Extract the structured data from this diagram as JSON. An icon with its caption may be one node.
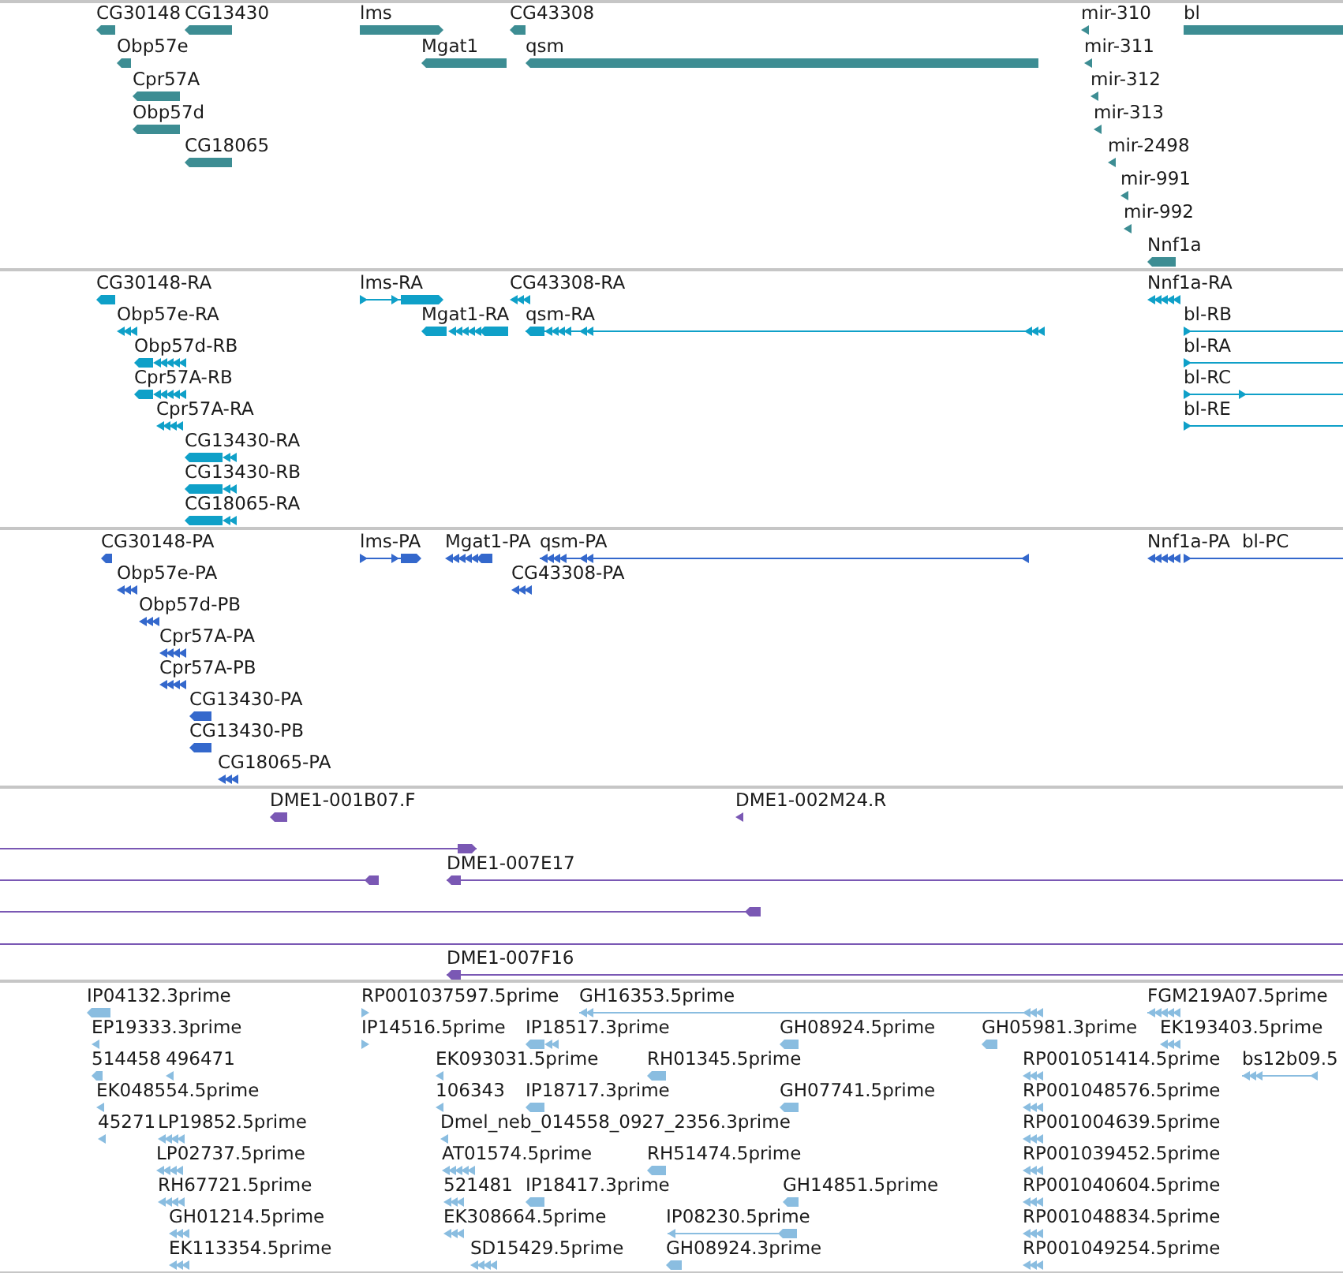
{
  "diagram": {
    "labels": [
      "CG30148",
      "CG13430",
      "lms",
      "CG43308",
      "mir-310",
      "bl",
      "Obp57e",
      "Mgat1",
      "qsm",
      "mir-311",
      "Cpr57A",
      "mir-312",
      "Obp57d",
      "mir-313",
      "CG18065",
      "mir-2498",
      "mir-991",
      "mir-992",
      "Nnf1a",
      "CG30148-RA",
      "lms-RA",
      "CG43308-RA",
      "Nnf1a-RA",
      "Obp57e-RA",
      "Mgat1-RA",
      "qsm-RA",
      "bl-RB",
      "Obp57d-RB",
      "bl-RA",
      "Cpr57A-RB",
      "bl-RC",
      "Cpr57A-RA",
      "bl-RE",
      "CG13430-RA",
      "CG13430-RB",
      "CG18065-RA",
      "CG30148-PA",
      "lms-PA",
      "Mgat1-PA",
      "qsm-PA",
      "Nnf1a-PA",
      "bl-PC",
      "Obp57e-PA",
      "CG43308-PA",
      "Obp57d-PB",
      "Cpr57A-PA",
      "Cpr57A-PB",
      "CG13430-PA",
      "CG13430-PB",
      "CG18065-PA",
      "DME1-001B07.F",
      "DME1-002M24.R",
      "DME1-007E17",
      "DME1-007F16",
      "IP04132.3prime",
      "RP001037597.5prime",
      "GH16353.5prime",
      "FGM219A07.5prime",
      "EP19333.3prime",
      "IP14516.5prime",
      "IP18517.3prime",
      "GH08924.5prime",
      "GH05981.3prime",
      "EK193403.5prime",
      "514458",
      "496471",
      "EK093031.5prime",
      "RH01345.5prime",
      "RP001051414.5prime",
      "bs12b09.5",
      "EK048554.5prime",
      "106343",
      "IP18717.3prime",
      "GH07741.5prime",
      "RP001048576.5prime",
      "45271",
      "LP19852.5prime",
      "Dmel_neb_014558_0927_2356.3prime",
      "RP001004639.5prime",
      "LP02737.5prime",
      "AT01574.5prime",
      "RH51474.5prime",
      "RP001039452.5prime",
      "RH67721.5prime",
      "521481",
      "IP18417.3prime",
      "GH14851.5prime",
      "RP001040604.5prime",
      "GH01214.5prime",
      "EK308664.5prime",
      "IP08230.5prime",
      "RP001048834.5prime",
      "EK113354.5prime",
      "SD15429.5prime",
      "GH08924.3prime",
      "RP001049254.5prime"
    ]
  }
}
